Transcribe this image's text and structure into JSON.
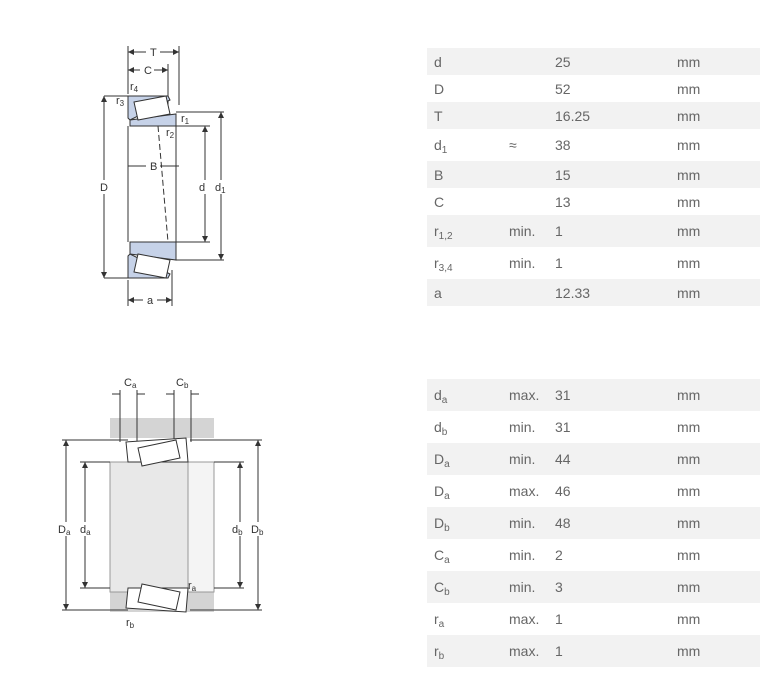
{
  "bearing_dimensions": {
    "rows": [
      {
        "sym": "d",
        "sub": "",
        "qual": "",
        "val": "25",
        "unit": "mm",
        "shaded": true,
        "h": 27
      },
      {
        "sym": "D",
        "sub": "",
        "qual": "",
        "val": "52",
        "unit": "mm",
        "shaded": false,
        "h": 27
      },
      {
        "sym": "T",
        "sub": "",
        "qual": "",
        "val": "16.25",
        "unit": "mm",
        "shaded": true,
        "h": 27
      },
      {
        "sym": "d",
        "sub": "1",
        "qual": "≈",
        "val": "38",
        "unit": "mm",
        "shaded": false,
        "h": 32
      },
      {
        "sym": "B",
        "sub": "",
        "qual": "",
        "val": "15",
        "unit": "mm",
        "shaded": true,
        "h": 27
      },
      {
        "sym": "C",
        "sub": "",
        "qual": "",
        "val": "13",
        "unit": "mm",
        "shaded": false,
        "h": 27
      },
      {
        "sym": "r",
        "sub": "1,2",
        "qual": "min.",
        "val": "1",
        "unit": "mm",
        "shaded": true,
        "h": 32
      },
      {
        "sym": "r",
        "sub": "3,4",
        "qual": "min.",
        "val": "1",
        "unit": "mm",
        "shaded": false,
        "h": 32
      },
      {
        "sym": "a",
        "sub": "",
        "qual": "",
        "val": "12.33",
        "unit": "mm",
        "shaded": true,
        "h": 27
      }
    ]
  },
  "abutment_dimensions": {
    "rows": [
      {
        "sym": "d",
        "sub": "a",
        "qual": "max.",
        "val": "31",
        "unit": "mm",
        "shaded": true,
        "h": 32
      },
      {
        "sym": "d",
        "sub": "b",
        "qual": "min.",
        "val": "31",
        "unit": "mm",
        "shaded": false,
        "h": 32
      },
      {
        "sym": "D",
        "sub": "a",
        "qual": "min.",
        "val": "44",
        "unit": "mm",
        "shaded": true,
        "h": 32
      },
      {
        "sym": "D",
        "sub": "a",
        "qual": "max.",
        "val": "46",
        "unit": "mm",
        "shaded": false,
        "h": 32
      },
      {
        "sym": "D",
        "sub": "b",
        "qual": "min.",
        "val": "48",
        "unit": "mm",
        "shaded": true,
        "h": 32
      },
      {
        "sym": "C",
        "sub": "a",
        "qual": "min.",
        "val": "2",
        "unit": "mm",
        "shaded": false,
        "h": 32
      },
      {
        "sym": "C",
        "sub": "b",
        "qual": "min.",
        "val": "3",
        "unit": "mm",
        "shaded": true,
        "h": 32
      },
      {
        "sym": "r",
        "sub": "a",
        "qual": "max.",
        "val": "1",
        "unit": "mm",
        "shaded": false,
        "h": 32
      },
      {
        "sym": "r",
        "sub": "b",
        "qual": "max.",
        "val": "1",
        "unit": "mm",
        "shaded": true,
        "h": 32
      }
    ]
  },
  "bearing_drawing": {
    "labels": {
      "T": "T",
      "C": "C",
      "r4": "r",
      "r4_sub": "4",
      "r3": "r",
      "r3_sub": "3",
      "r1": "r",
      "r1_sub": "1",
      "r2": "r",
      "r2_sub": "2",
      "B": "B",
      "D": "D",
      "d": "d",
      "d1": "d",
      "d1_sub": "1",
      "a": "a"
    },
    "colors": {
      "section": "#c6d2e8",
      "line": "#333333"
    }
  },
  "abutment_drawing": {
    "labels": {
      "Ca": "C",
      "Ca_sub": "a",
      "Cb": "C",
      "Cb_sub": "b",
      "Da": "D",
      "Da_sub": "a",
      "da": "d",
      "da_sub": "a",
      "db": "d",
      "db_sub": "b",
      "Db": "D",
      "Db_sub": "b",
      "ra": "r",
      "ra_sub": "a",
      "rb": "r",
      "rb_sub": "b"
    },
    "colors": {
      "housing": "#d4d4d4",
      "shaft": "#e8e8e8",
      "line": "#333333"
    }
  }
}
